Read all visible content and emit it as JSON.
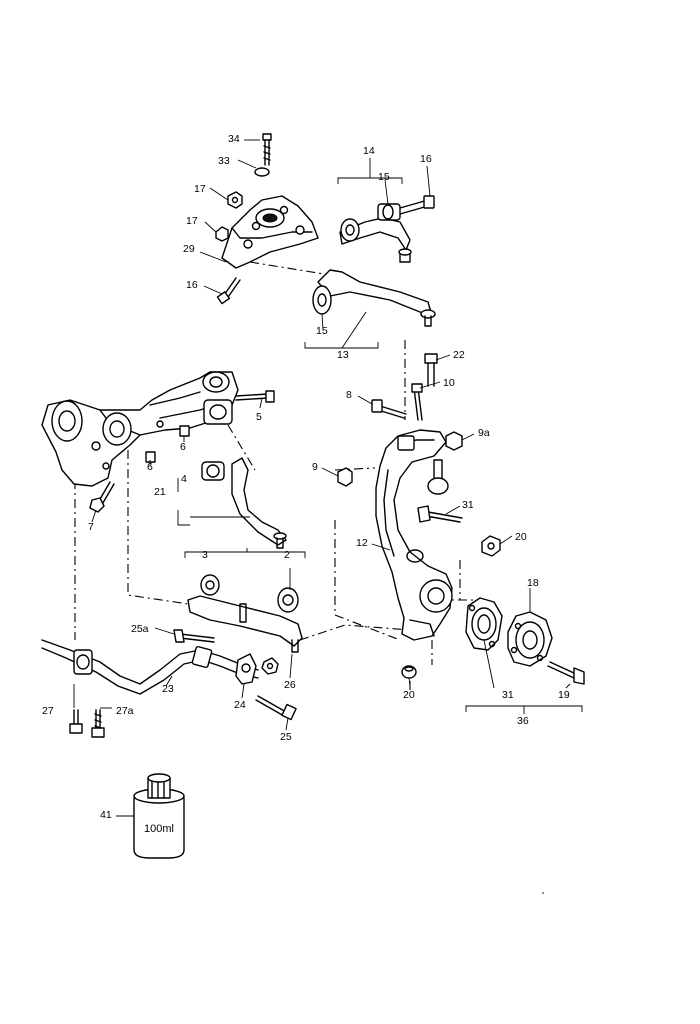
{
  "callouts": {
    "c34": "34",
    "c33": "33",
    "c17a": "17",
    "c17b": "17",
    "c29": "29",
    "c16a": "16",
    "c16b": "16",
    "c14": "14",
    "c15a": "15",
    "c15b": "15",
    "c13": "13",
    "c22": "22",
    "c10": "10",
    "c8": "8",
    "c9a": "9a",
    "c9": "9",
    "c31a": "31",
    "c12": "12",
    "c20a": "20",
    "c18": "18",
    "c5": "5",
    "c6a": "6",
    "c6b": "6",
    "c7": "7",
    "c4": "4",
    "c21": "21",
    "c3": "3",
    "c2": "2",
    "c25a": "25a",
    "c26": "26",
    "c23": "23",
    "c24": "24",
    "c25": "25",
    "c27": "27",
    "c27a": "27a",
    "c20b": "20",
    "c31b": "31",
    "c19": "19",
    "c36": "36",
    "c41": "41"
  },
  "container_label": "100ml"
}
